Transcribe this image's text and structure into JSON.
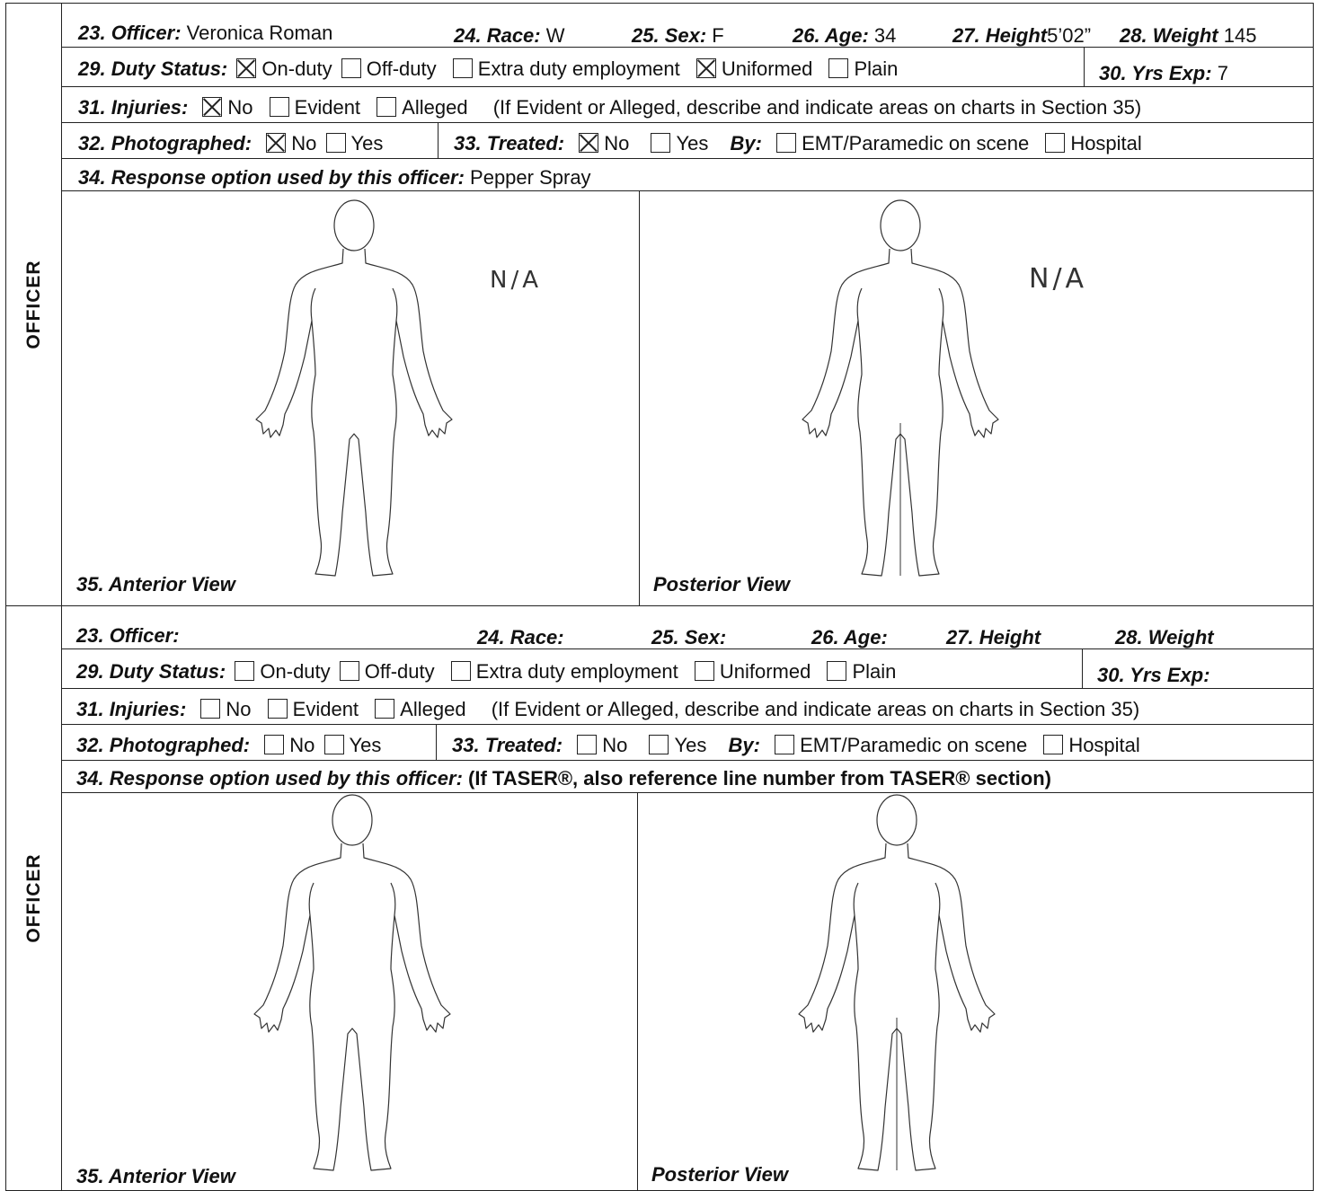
{
  "sections": [
    {
      "side_label": "OFFICER",
      "row1": {
        "officer_label": "23. Officer:",
        "officer_value": "Veronica Roman",
        "race_label": "24. Race:",
        "race_value": "W",
        "sex_label": "25. Sex:",
        "sex_value": "F",
        "age_label": "26. Age:",
        "age_value": "34",
        "height_label": "27. Height",
        "height_value": "5’02”",
        "weight_label": "28. Weight",
        "weight_value": "145"
      },
      "row2": {
        "duty_label": "29. Duty Status:",
        "on_duty": "On-duty",
        "off_duty": "Off-duty",
        "extra_duty": "Extra duty employment",
        "uniformed": "Uniformed",
        "plain": "Plain",
        "yrs_label": "30. Yrs Exp:",
        "yrs_value": "7",
        "checked": {
          "on_duty": true,
          "off_duty": false,
          "extra_duty": false,
          "uniformed": true,
          "plain": false
        }
      },
      "row3": {
        "injuries_label": "31. Injuries:",
        "no": "No",
        "evident": "Evident",
        "alleged": "Alleged",
        "note": "(If Evident or Alleged, describe and indicate areas on charts in Section 35)",
        "checked": {
          "no": true,
          "evident": false,
          "alleged": false
        }
      },
      "row4": {
        "photo_label": "32. Photographed:",
        "photo_no": "No",
        "photo_yes": "Yes",
        "treated_label": "33. Treated:",
        "treated_no": "No",
        "treated_yes": "Yes",
        "by_label": "By:",
        "emt": "EMT/Paramedic on scene",
        "hospital": "Hospital",
        "checked": {
          "photo_no": true,
          "photo_yes": false,
          "treated_no": true,
          "treated_yes": false,
          "emt": false,
          "hospital": false
        }
      },
      "row5": {
        "response_label": "34. Response option used by this officer:",
        "response_value": "Pepper Spray"
      },
      "charts": {
        "anterior_label": "35. Anterior View",
        "posterior_label": "Posterior View",
        "anterior_note": "N/A",
        "posterior_note": "N/A"
      }
    },
    {
      "side_label": "OFFICER",
      "row1": {
        "officer_label": "23. Officer:",
        "officer_value": "",
        "race_label": "24. Race:",
        "race_value": "",
        "sex_label": "25. Sex:",
        "sex_value": "",
        "age_label": "26. Age:",
        "age_value": "",
        "height_label": "27. Height",
        "height_value": "",
        "weight_label": "28. Weight",
        "weight_value": ""
      },
      "row2": {
        "duty_label": "29. Duty Status:",
        "on_duty": "On-duty",
        "off_duty": "Off-duty",
        "extra_duty": "Extra duty employment",
        "uniformed": "Uniformed",
        "plain": "Plain",
        "yrs_label": "30. Yrs Exp:",
        "yrs_value": "",
        "checked": {
          "on_duty": false,
          "off_duty": false,
          "extra_duty": false,
          "uniformed": false,
          "plain": false
        }
      },
      "row3": {
        "injuries_label": "31. Injuries:",
        "no": "No",
        "evident": "Evident",
        "alleged": "Alleged",
        "note": "(If Evident or Alleged, describe and indicate areas on charts in Section 35)",
        "checked": {
          "no": false,
          "evident": false,
          "alleged": false
        }
      },
      "row4": {
        "photo_label": "32. Photographed:",
        "photo_no": "No",
        "photo_yes": "Yes",
        "treated_label": "33. Treated:",
        "treated_no": "No",
        "treated_yes": "Yes",
        "by_label": "By:",
        "emt": "EMT/Paramedic on scene",
        "hospital": "Hospital",
        "checked": {
          "photo_no": false,
          "photo_yes": false,
          "treated_no": false,
          "treated_yes": false,
          "emt": false,
          "hospital": false
        }
      },
      "row5": {
        "response_label": "34. Response option used by this officer:",
        "response_value": "(If TASER®, also reference line number from TASER® section)"
      },
      "charts": {
        "anterior_label": "35. Anterior View",
        "posterior_label": "Posterior View",
        "anterior_note": "",
        "posterior_note": ""
      }
    }
  ]
}
